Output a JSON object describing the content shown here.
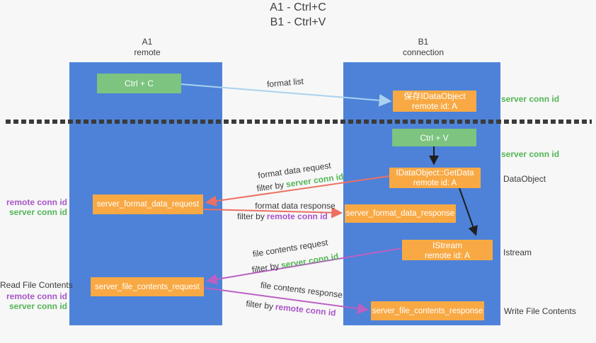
{
  "title": {
    "line1": "A1 - Ctrl+C",
    "line2": "B1 - Ctrl+V"
  },
  "lifelines": {
    "left": {
      "name": "A1",
      "role": "remote"
    },
    "right": {
      "name": "B1",
      "role": "connection"
    }
  },
  "boxes": {
    "ctrl_c": {
      "label": "Ctrl + C"
    },
    "ctrl_v": {
      "label": "Ctrl + V"
    },
    "save_dataobject": {
      "line1": "保存IDataObject",
      "line2": "remote id: A"
    },
    "getdata": {
      "line1": "IDataObject::GetData",
      "line2": "remote id: A"
    },
    "istream": {
      "line1": "IStream",
      "line2": "remote id: A"
    },
    "format_request": {
      "label": "server_format_data_request"
    },
    "format_response": {
      "label": "server_format_data_response"
    },
    "file_request": {
      "label": "server_file_contents_request"
    },
    "file_response": {
      "label": "server_file_contents_response"
    }
  },
  "arrows": {
    "format_list": {
      "label": "format list"
    },
    "format_data_request": {
      "label": "format data request",
      "filter_prefix": "filter by",
      "filter_id": "server conn id"
    },
    "format_data_response": {
      "label": "format data response",
      "filter_prefix": "filter by",
      "filter_id": "remote conn id"
    },
    "file_contents_request": {
      "label": "file contents request",
      "filter_prefix": "filter by",
      "filter_id": "server conn id"
    },
    "file_contents_response": {
      "label": "file contents response",
      "filter_prefix": "filter by",
      "filter_id": "remote conn id"
    }
  },
  "side_labels": {
    "right": {
      "server_conn_id_top": "server conn id",
      "server_conn_id_mid": "server conn id",
      "dataobject": "DataObject",
      "istream": "Istream",
      "write_file_contents": "Write File Contents"
    },
    "left": {
      "remote_conn_id_format": "remote conn id",
      "server_conn_id_format": "server conn id",
      "read_file_contents": "Read File Contents",
      "remote_conn_id_file": "remote conn id",
      "server_conn_id_file": "server conn id"
    }
  },
  "colors": {
    "lifeline_blue": "#4d82d8",
    "box_green": "#7cc47f",
    "box_orange": "#f8a944",
    "arrow_lightblue": "#a9d2ef",
    "arrow_red": "#ec7063",
    "arrow_magenta": "#bb60c4",
    "arrow_black": "#1f1f1f",
    "label_green": "#53b556",
    "label_purple": "#a855c8",
    "text_dark": "#3a3a3a",
    "background": "#f7f7f7"
  }
}
